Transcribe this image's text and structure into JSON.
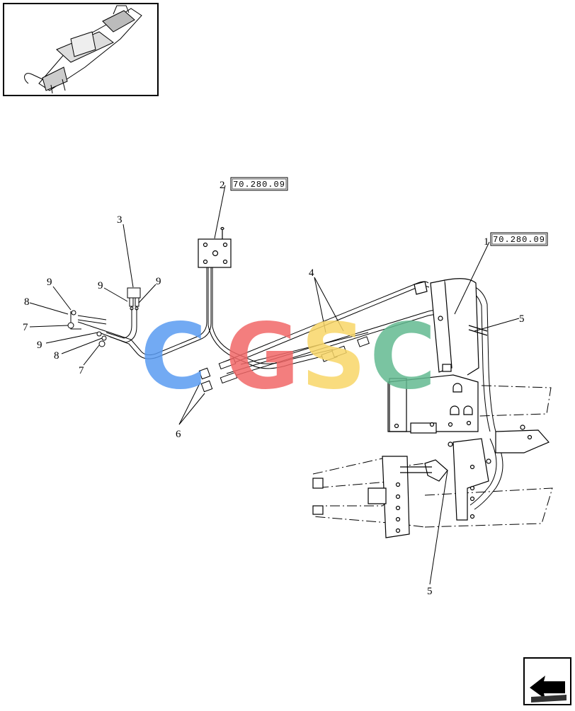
{
  "diagram": {
    "callouts": {
      "c1": "1",
      "c2": "2",
      "c3": "3",
      "c4": "4",
      "c5a": "5",
      "c5b": "5",
      "c6": "6",
      "c7a": "7",
      "c7b": "7",
      "c8a": "8",
      "c8b": "8",
      "c9a": "9",
      "c9b": "9",
      "c9c": "9",
      "c9d": "9"
    },
    "references": {
      "ref_top": "70.280.09",
      "ref_right": "70.280.09"
    }
  },
  "watermark": {
    "letters": [
      "C",
      "G",
      "S",
      "C"
    ],
    "colors": [
      "#5a9cf2",
      "#f26868",
      "#f8d668",
      "#63ba91"
    ]
  },
  "navigation": {
    "icon": "next-page-arrow-icon"
  }
}
